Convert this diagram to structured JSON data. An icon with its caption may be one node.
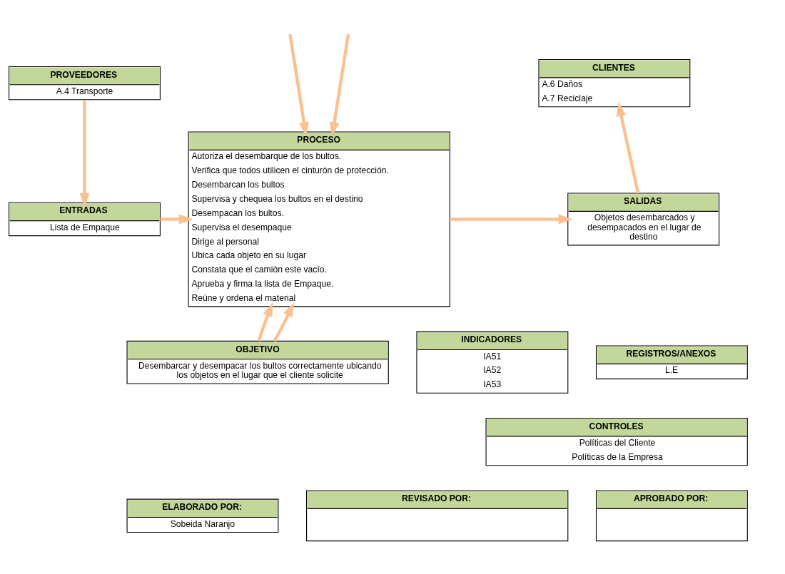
{
  "diagram": {
    "nodes": [
      {
        "text": [
          "PROVEEDORES",
          "A.4 Transporte"
        ]
      },
      {
        "text": [
          "PROCESO",
          "Autoriza el desembarque de los bultos.",
          "Verifica que todos utilicen el cinturón de protección.",
          "Desembarcan los bultos",
          "Supervisa y chequea los bultos en el destino",
          "Desempacan los bultos.",
          "Supervisa el desempaque",
          "Dirige al personal",
          "Ubica cada objeto en su lugar",
          "Constata que el camión este vacío.",
          "Aprueba y firma la lista de Empaque.",
          "Reúne y ordena el material"
        ]
      },
      {
        "text": [
          "CLIENTES",
          "A.6 Daños",
          "A.7 Reciclaje"
        ]
      },
      {
        "text": [
          "ENTRADAS",
          "Lista de Empaque"
        ]
      },
      {
        "text": [
          "SALIDAS",
          "Objetos desembarcados y desempacados en el lugar de destino"
        ]
      },
      {
        "text": [
          "OBJETIVO",
          "Desembarcar y desempacar los bultos correctamente ubicando los objetos en el lugar que el cliente solicite"
        ]
      },
      {
        "text": [
          "INDICADORES",
          "IA51",
          "IA52",
          "IA53"
        ]
      },
      {
        "text": [
          "REGISTROS/ANEXOS",
          "L.E"
        ]
      },
      {
        "text": [
          "CONTROLES",
          "Políticas del Cliente",
          "Políticas de la Empresa"
        ]
      },
      {
        "text": [
          "ELABORADO POR:",
          "Sobeida Naranjo"
        ]
      },
      {
        "text": [
          "REVISADO POR:"
        ]
      },
      {
        "text": [
          "APROBADO POR:"
        ]
      }
    ],
    "edges": [
      {
        "from": null,
        "to": 1,
        "arrow": "to"
      },
      {
        "from": null,
        "to": 1,
        "arrow": "to"
      },
      {
        "from": 0,
        "to": 3,
        "arrow": "to"
      },
      {
        "from": 3,
        "to": 1,
        "arrow": "to"
      },
      {
        "from": 1,
        "to": 4,
        "arrow": "to"
      },
      {
        "from": 4,
        "to": 2,
        "arrow": "to"
      },
      {
        "from": 5,
        "to": 1,
        "arrow": "to"
      },
      {
        "from": 5,
        "to": 1,
        "arrow": "to"
      }
    ]
  }
}
